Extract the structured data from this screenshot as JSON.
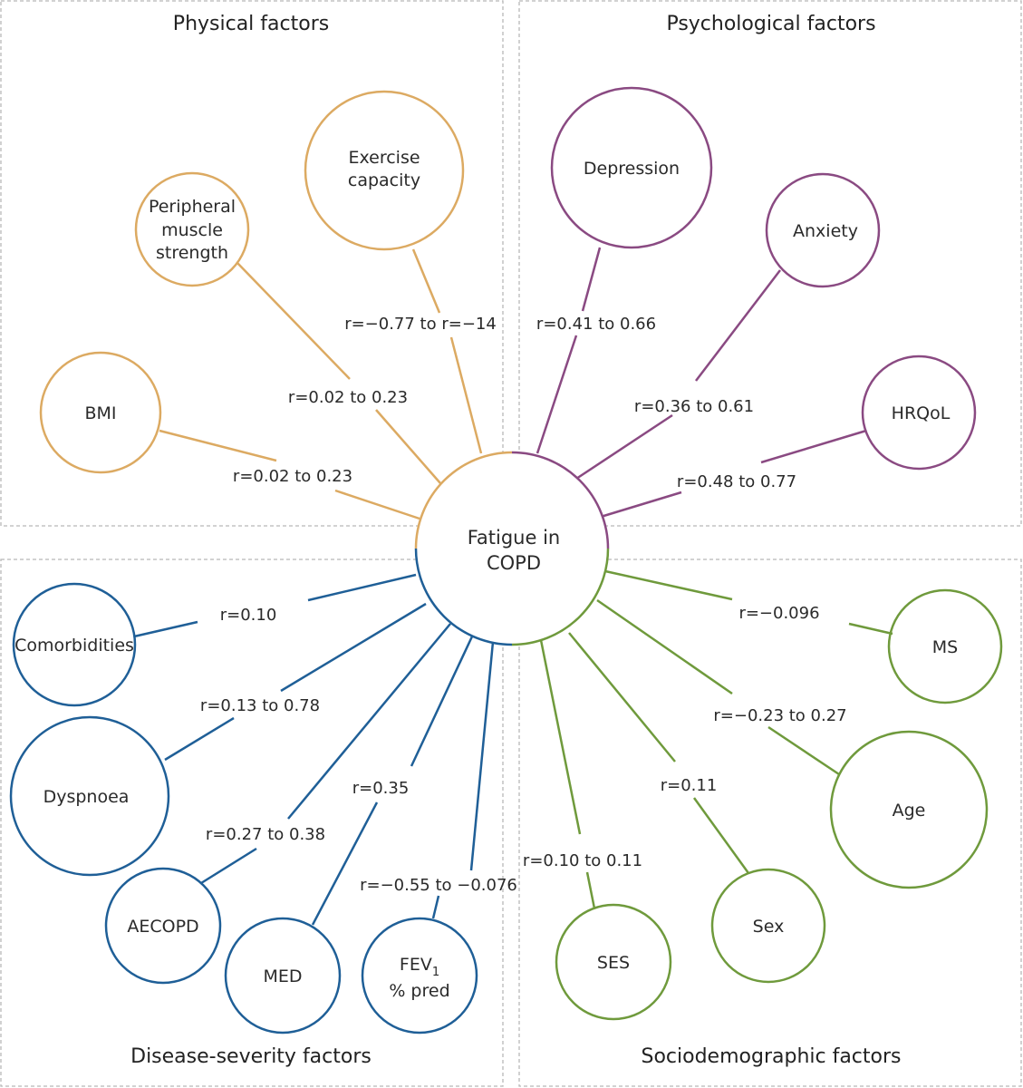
{
  "quadrants": {
    "physical": "Physical factors",
    "psychological": "Psychological factors",
    "disease": "Disease-severity factors",
    "sociodemographic": "Sociodemographic factors"
  },
  "colors": {
    "physical": "#dcaa62",
    "psychological": "#8a4a82",
    "disease": "#1f5f97",
    "sociodemographic": "#6f9a3c",
    "border": "#b8b8b8"
  },
  "center": {
    "line1": "Fatigue in",
    "line2": "COPD"
  },
  "nodes": {
    "peripheral": {
      "line1": "Peripheral",
      "line2": "muscle",
      "line3": "strength"
    },
    "exercise": {
      "line1": "Exercise",
      "line2": "capacity"
    },
    "bmi": "BMI",
    "depression": "Depression",
    "anxiety": "Anxiety",
    "hrqol": "HRQoL",
    "comorbidities": "Comorbidities",
    "dyspnoea": "Dyspnoea",
    "aecopd": "AECOPD",
    "med": "MED",
    "fev": {
      "main": "FEV",
      "sub": "1",
      "line2": "% pred"
    },
    "ms": "MS",
    "age": "Age",
    "sex": "Sex",
    "ses": "SES"
  },
  "edges": {
    "exercise": "r=−0.77 to r=−14",
    "peripheral": "r=0.02 to 0.23",
    "bmi": "r=0.02 to 0.23",
    "depression": "r=0.41 to 0.66",
    "anxiety": "r=0.36 to 0.61",
    "hrqol": "r=0.48 to 0.77",
    "comorbidities": "r=0.10",
    "dyspnoea": "r=0.13 to 0.78",
    "aecopd": "r=0.27 to 0.38",
    "med": "r=0.35",
    "fev": "r=−0.55 to −0.076",
    "ms": "r=−0.096",
    "age": "r=−0.23 to 0.27",
    "sex": "r=0.11",
    "ses": "r=0.10 to 0.11"
  }
}
